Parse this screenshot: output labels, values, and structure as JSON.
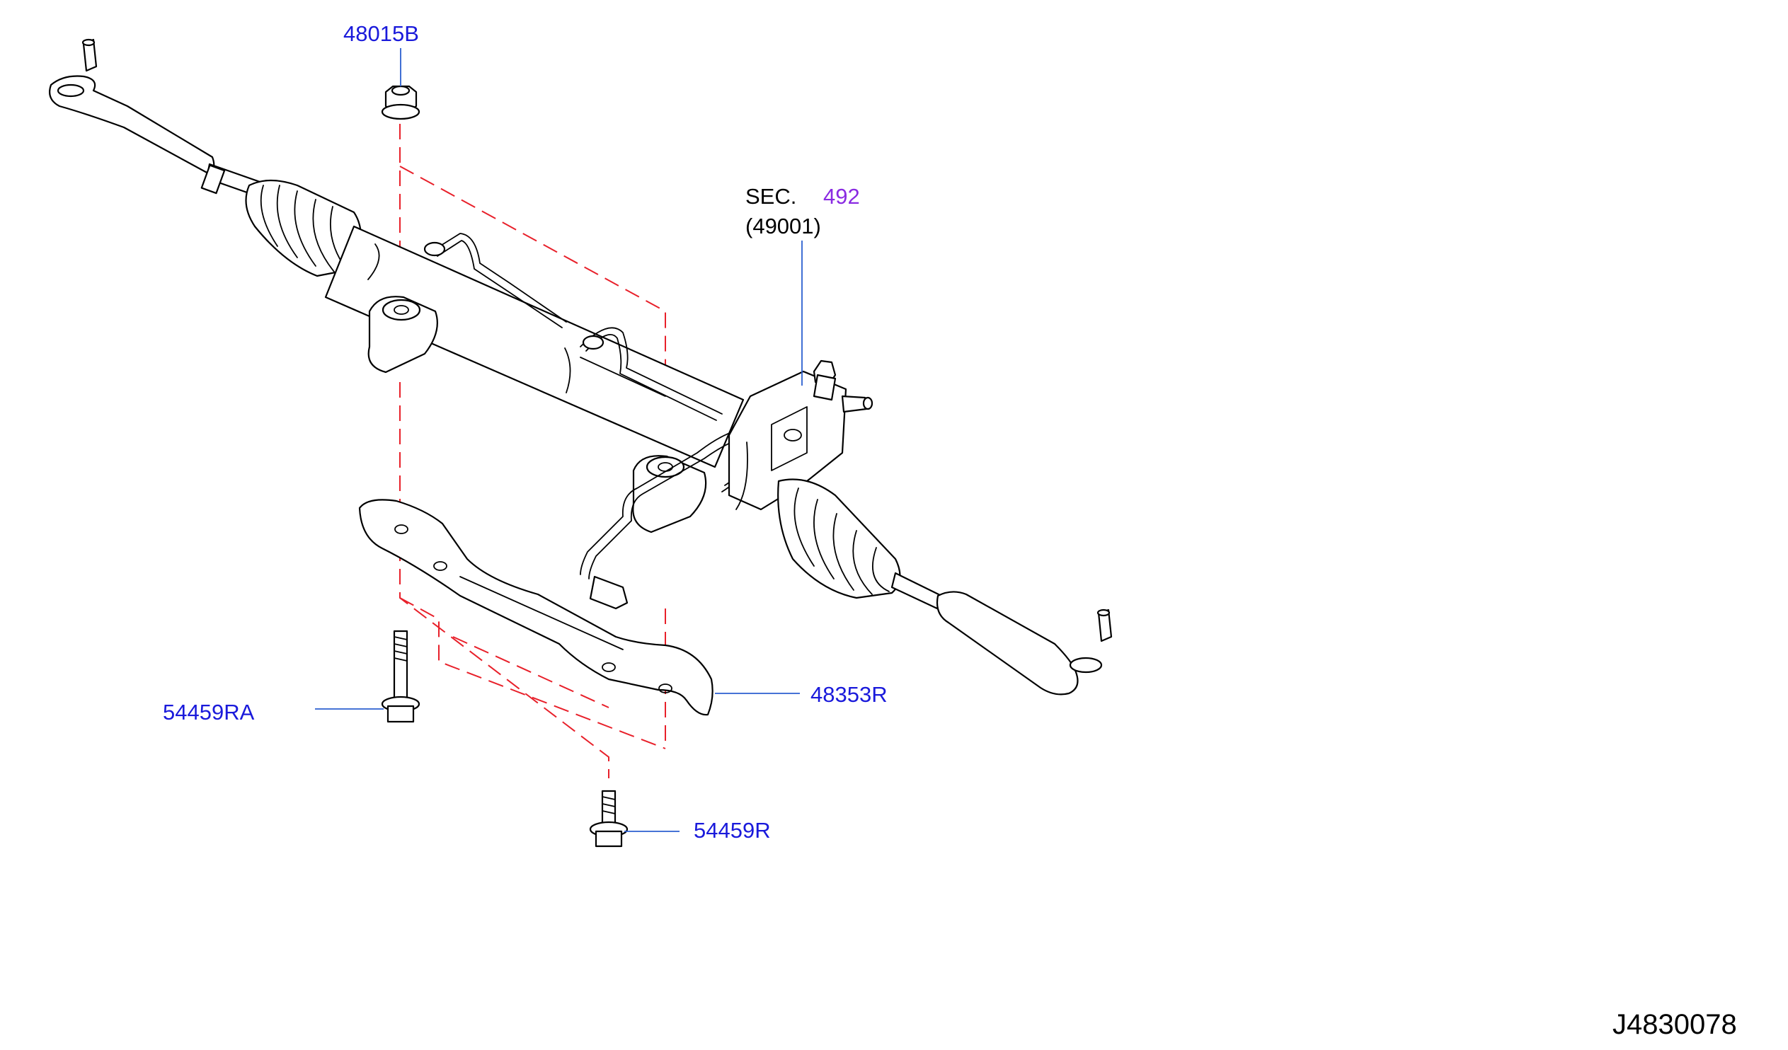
{
  "callouts": {
    "nut_48015b": "48015B",
    "sec_prefix": "SEC.",
    "sec_number": "492",
    "sec_sub": "(49001)",
    "bracket_48353r": "48353R",
    "bolt_54459ra": "54459RA",
    "bolt_54459r": "54459R"
  },
  "diagram_id": "J4830078",
  "colors": {
    "part_link": "#1a1adb",
    "section_link": "#8a2be2",
    "leader_line": "#2b5fd0",
    "assembly_dash": "#e8202a",
    "linework": "#000000"
  }
}
